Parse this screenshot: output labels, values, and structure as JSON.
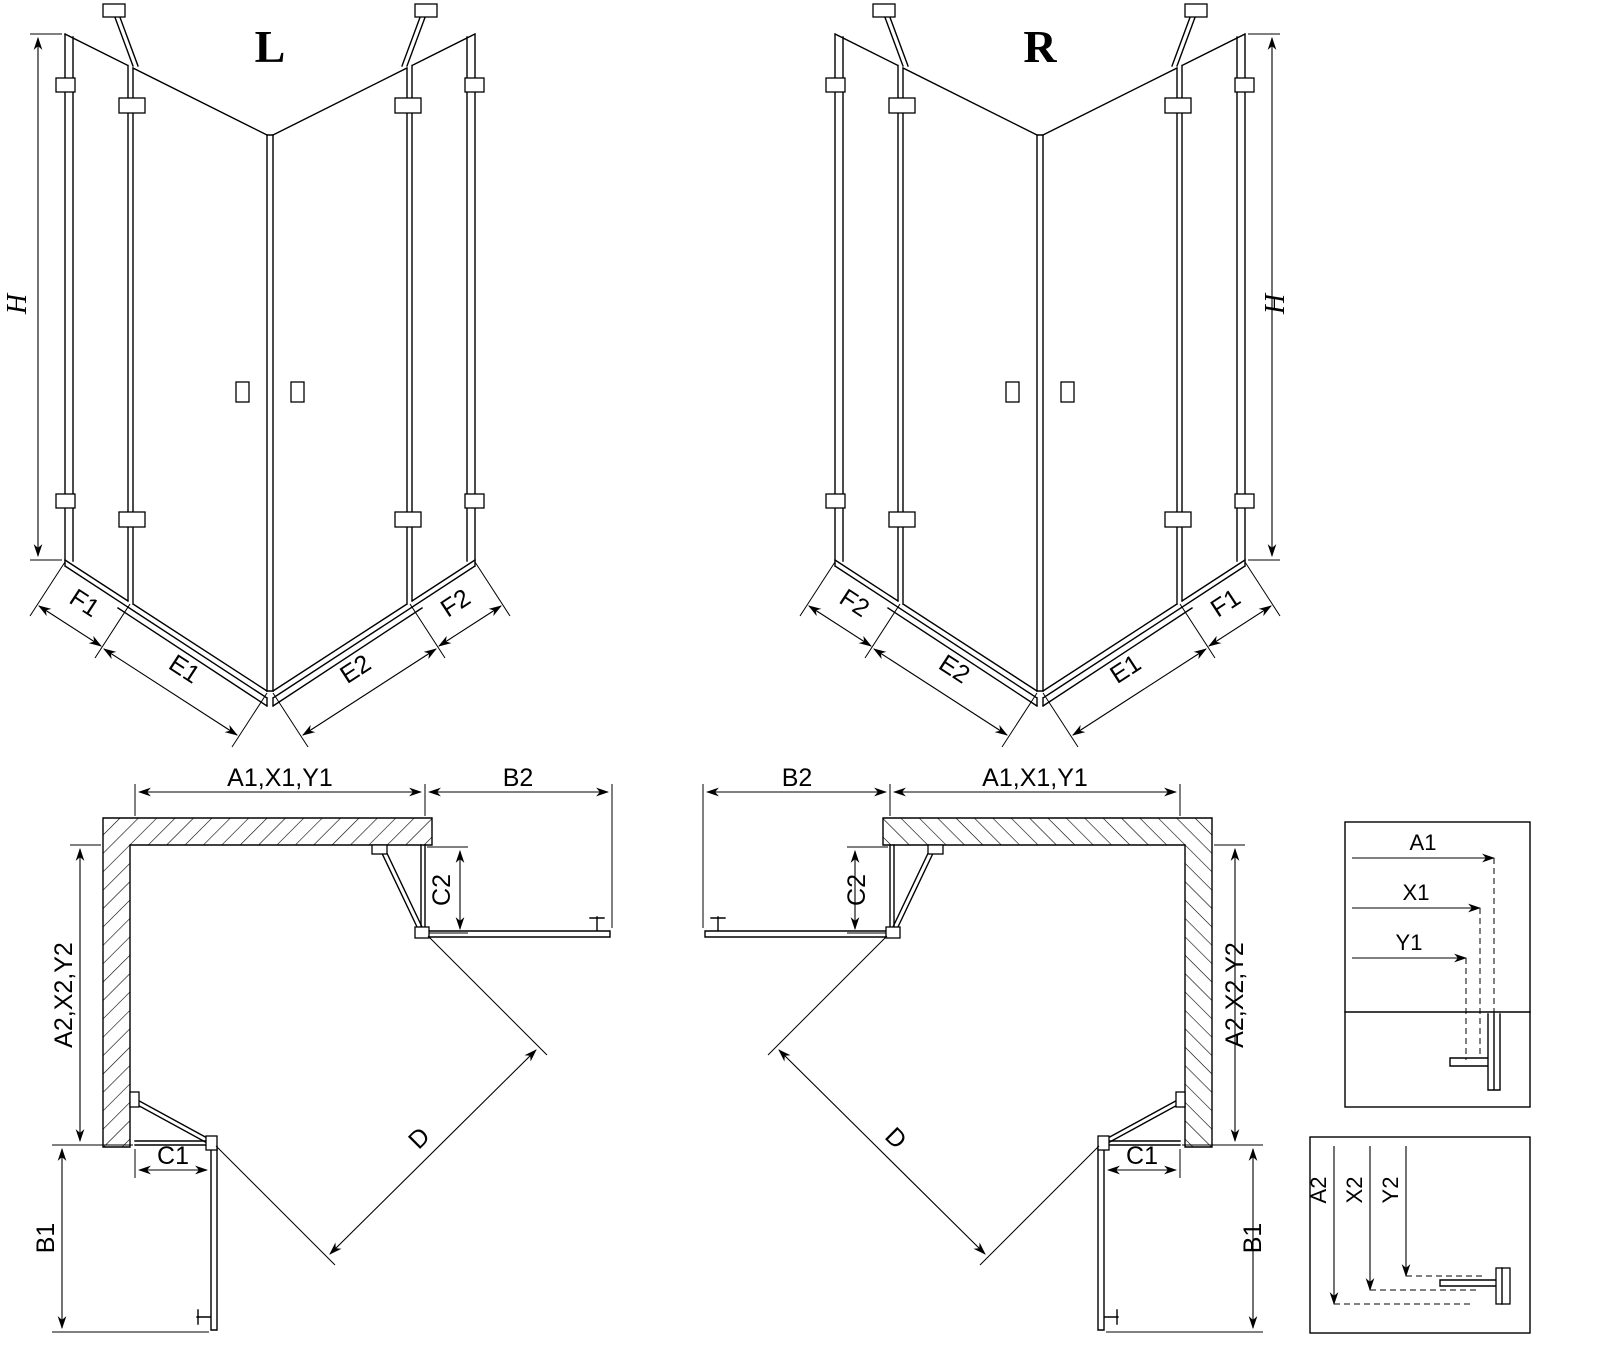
{
  "colors": {
    "line": "#000000",
    "background": "#ffffff"
  },
  "front_left": {
    "label": "L",
    "height": "H",
    "f1": "F1",
    "e1": "E1",
    "e2": "E2",
    "f2": "F2"
  },
  "front_right": {
    "label": "R",
    "height": "H",
    "f1": "F1",
    "e1": "E1",
    "e2": "E2",
    "f2": "F2"
  },
  "plan_left": {
    "width_top": "A1,X1,Y1",
    "door_top": "B2",
    "depth_side": "A2,X2,Y2",
    "panel_side": "C2",
    "panel_bottom": "C1",
    "door_bottom": "B1",
    "diagonal": "D"
  },
  "plan_right": {
    "width_top": "A1,X1,Y1",
    "door_top": "B2",
    "depth_side": "A2,X2,Y2",
    "panel_side": "C2",
    "panel_bottom": "C1",
    "door_bottom": "B1",
    "diagonal": "D"
  },
  "detail_width": {
    "rows": [
      "A1",
      "X1",
      "Y1"
    ]
  },
  "detail_depth": {
    "rows": [
      "A2",
      "X2",
      "Y2"
    ]
  }
}
